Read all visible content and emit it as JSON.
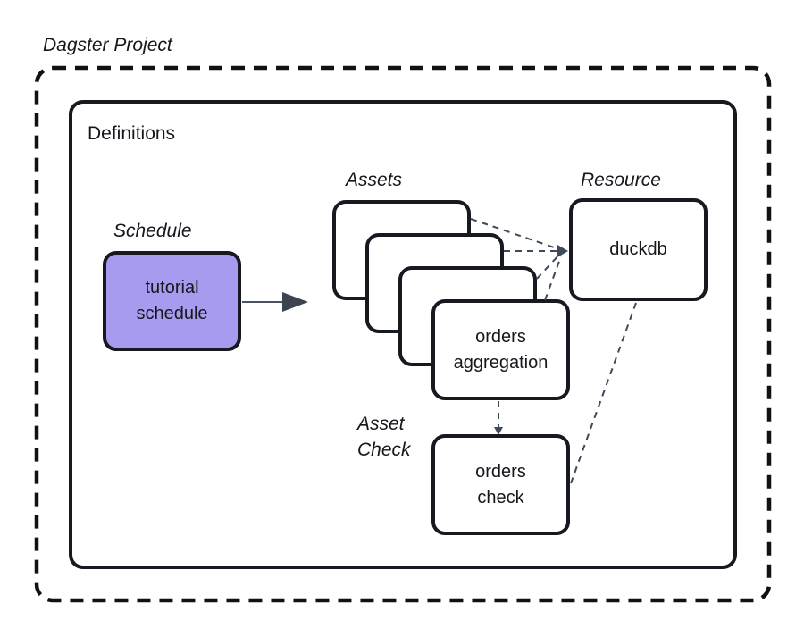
{
  "diagram": {
    "title": "Dagster Project",
    "definitions": {
      "label": "Definitions"
    },
    "group_labels": {
      "schedule": "Schedule",
      "assets": "Assets",
      "resource": "Resource",
      "asset_check": "Asset\nCheck"
    },
    "nodes": {
      "tutorial_schedule": {
        "label": "tutorial\nschedule",
        "type": "schedule"
      },
      "orders_aggregation": {
        "label": "orders\naggregation",
        "type": "asset"
      },
      "duckdb": {
        "label": "duckdb",
        "type": "resource"
      },
      "orders_check": {
        "label": "orders\ncheck",
        "type": "asset-check"
      }
    },
    "edges": [
      {
        "from": "tutorial_schedule",
        "to": "assets-stack",
        "style": "solid-arrow"
      },
      {
        "from": "asset-card-1",
        "to": "duckdb",
        "style": "dashed"
      },
      {
        "from": "asset-card-2",
        "to": "duckdb",
        "style": "dashed"
      },
      {
        "from": "asset-card-3",
        "to": "duckdb",
        "style": "dashed"
      },
      {
        "from": "orders_aggregation",
        "to": "duckdb",
        "style": "dashed"
      },
      {
        "from": "orders_aggregation",
        "to": "orders_check",
        "style": "dashed"
      },
      {
        "from": "duckdb",
        "to": "orders_check",
        "style": "dashed"
      }
    ],
    "colors": {
      "schedule_fill": "#A79BF0",
      "node_border": "#16191F",
      "connector": "#3E4959",
      "arrowhead": "#3D4451",
      "frame_dash": "#111111"
    }
  }
}
